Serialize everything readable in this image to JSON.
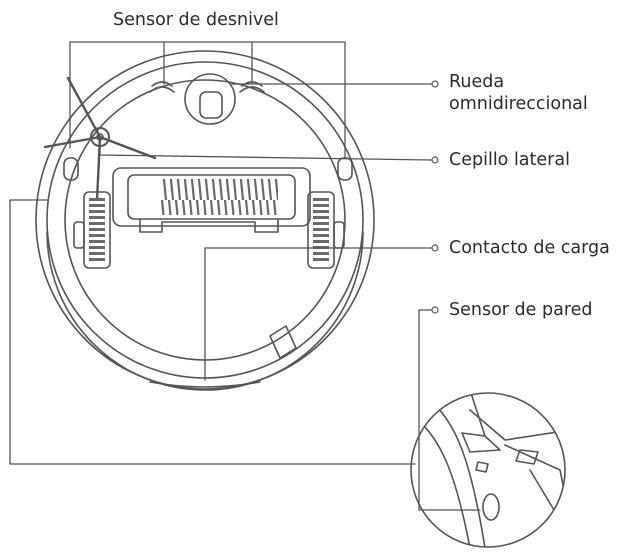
{
  "labels": {
    "cliff_sensor": "Sensor de desnivel",
    "omni_wheel_line1": "Rueda",
    "omni_wheel_line2": "omnidireccional",
    "side_brush": "Cepillo lateral",
    "charging_contact": "Contacto de carga",
    "wall_sensor": "Sensor de pared"
  },
  "colors": {
    "line": "#555555",
    "text": "#2b2b2b",
    "background": "#ffffff"
  }
}
